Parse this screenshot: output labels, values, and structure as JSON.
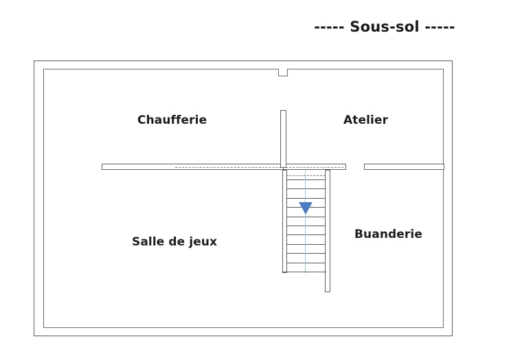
{
  "page": {
    "title": "----- Sous-sol -----",
    "floor_name": "Sous-sol",
    "background_color": "#ffffff"
  },
  "colors": {
    "wall_stroke": "#5a5a5a",
    "partition_stroke": "#5d5d5d",
    "text": "#1c1c1c",
    "stair_arrow": "#4a7ec2",
    "stair_center_line": "#a8c4e6"
  },
  "floorplan": {
    "rooms": [
      {
        "id": "chaufferie",
        "label": "Chaufferie"
      },
      {
        "id": "atelier",
        "label": "Atelier"
      },
      {
        "id": "salle-de-jeux",
        "label": "Salle de jeux"
      },
      {
        "id": "buanderie",
        "label": "Buanderie"
      }
    ],
    "staircase": {
      "tread_count": 10,
      "direction_label": "down"
    }
  }
}
